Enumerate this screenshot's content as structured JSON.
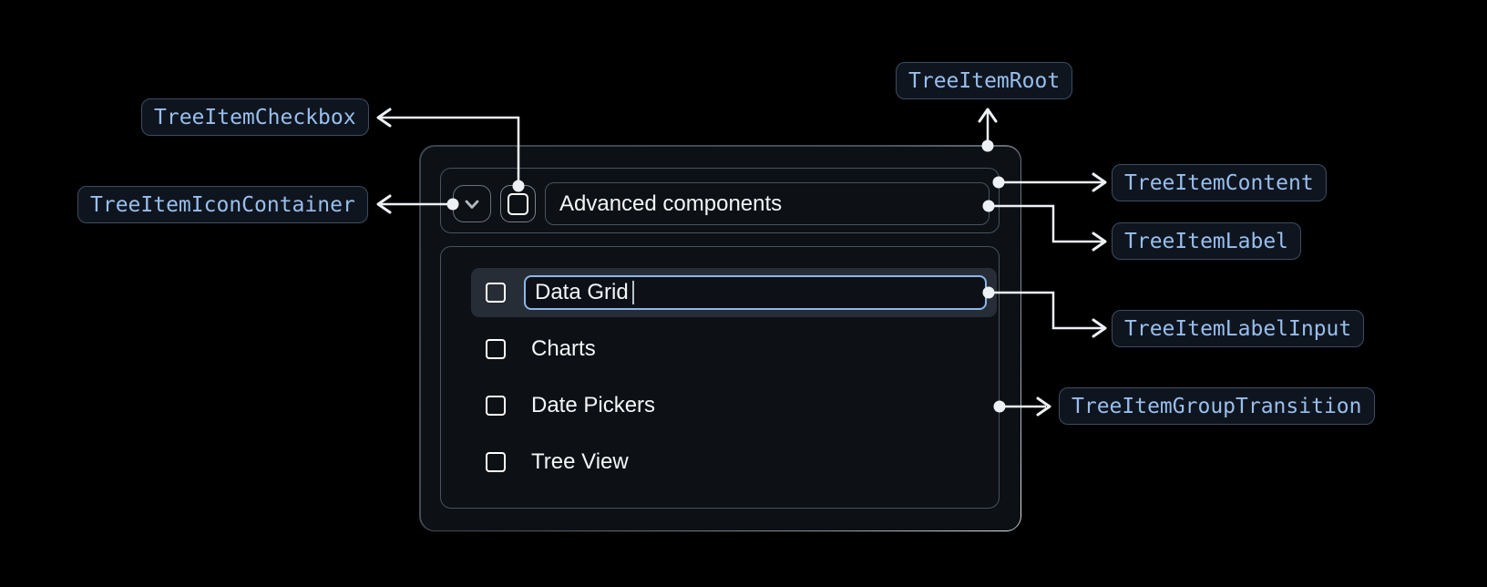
{
  "annotations": {
    "checkbox": "TreeItemCheckbox",
    "icon_container": "TreeItemIconContainer",
    "root": "TreeItemRoot",
    "content": "TreeItemContent",
    "label": "TreeItemLabel",
    "label_input": "TreeItemLabelInput",
    "group_transition": "TreeItemGroupTransition"
  },
  "tree": {
    "parent": {
      "label": "Advanced components",
      "expanded": true,
      "checked": false
    },
    "children": [
      {
        "label": "Data Grid",
        "state": "editing",
        "input_value": "Data Grid",
        "checked": false
      },
      {
        "label": "Charts",
        "checked": false
      },
      {
        "label": "Date Pickers",
        "checked": false
      },
      {
        "label": "Tree View",
        "checked": false
      }
    ]
  },
  "icons": {
    "expand": "chevron-down"
  },
  "colors": {
    "page_bg": "#000000",
    "panel_bg": "#0d1014",
    "panel_border": "#4a525c",
    "row_highlight_bg": "#272d36",
    "input_border": "#8ab7ea",
    "chip_bg": "#0f151f",
    "chip_border": "#3d4c60",
    "chip_text": "#98bfee",
    "connector": "#edf1f6",
    "text": "#f4f6f8"
  }
}
